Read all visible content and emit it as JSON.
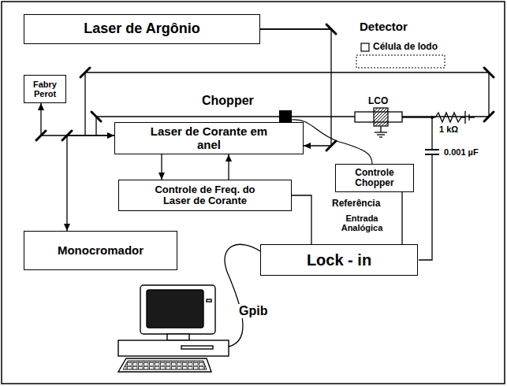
{
  "diagram": {
    "nodes": [
      {
        "text": [
          "Laser de Argônio"
        ]
      },
      {
        "text": [
          "Fabry Perot"
        ]
      },
      {
        "text": [
          "Laser de Corante em anel"
        ]
      },
      {
        "text": [
          "Controle de Freq. do Laser de Corante"
        ]
      },
      {
        "text": [
          "Controle Chopper"
        ]
      },
      {
        "text": [
          "Monocromador"
        ]
      },
      {
        "text": [
          "Lock - in"
        ]
      }
    ],
    "edges": [
      {
        "from": 0,
        "to": 2,
        "arrow": "to"
      },
      {
        "from": 2,
        "to": 1,
        "arrow": "both"
      },
      {
        "from": 2,
        "to": 5,
        "arrow": "to"
      },
      {
        "from": 2,
        "to": 3,
        "arrow": "to"
      },
      {
        "from": 3,
        "to": 2,
        "arrow": "to"
      },
      {
        "from": 3,
        "to": 6,
        "arrow": "none"
      },
      {
        "from": 4,
        "to": 6,
        "arrow": "none"
      }
    ],
    "labels": [
      "Detector",
      "Célula de Iodo",
      "Chopper",
      "LCO",
      "1 kΩ",
      "0.001 µF",
      "Referência",
      "Entrada Analógica",
      "Gpib"
    ]
  }
}
